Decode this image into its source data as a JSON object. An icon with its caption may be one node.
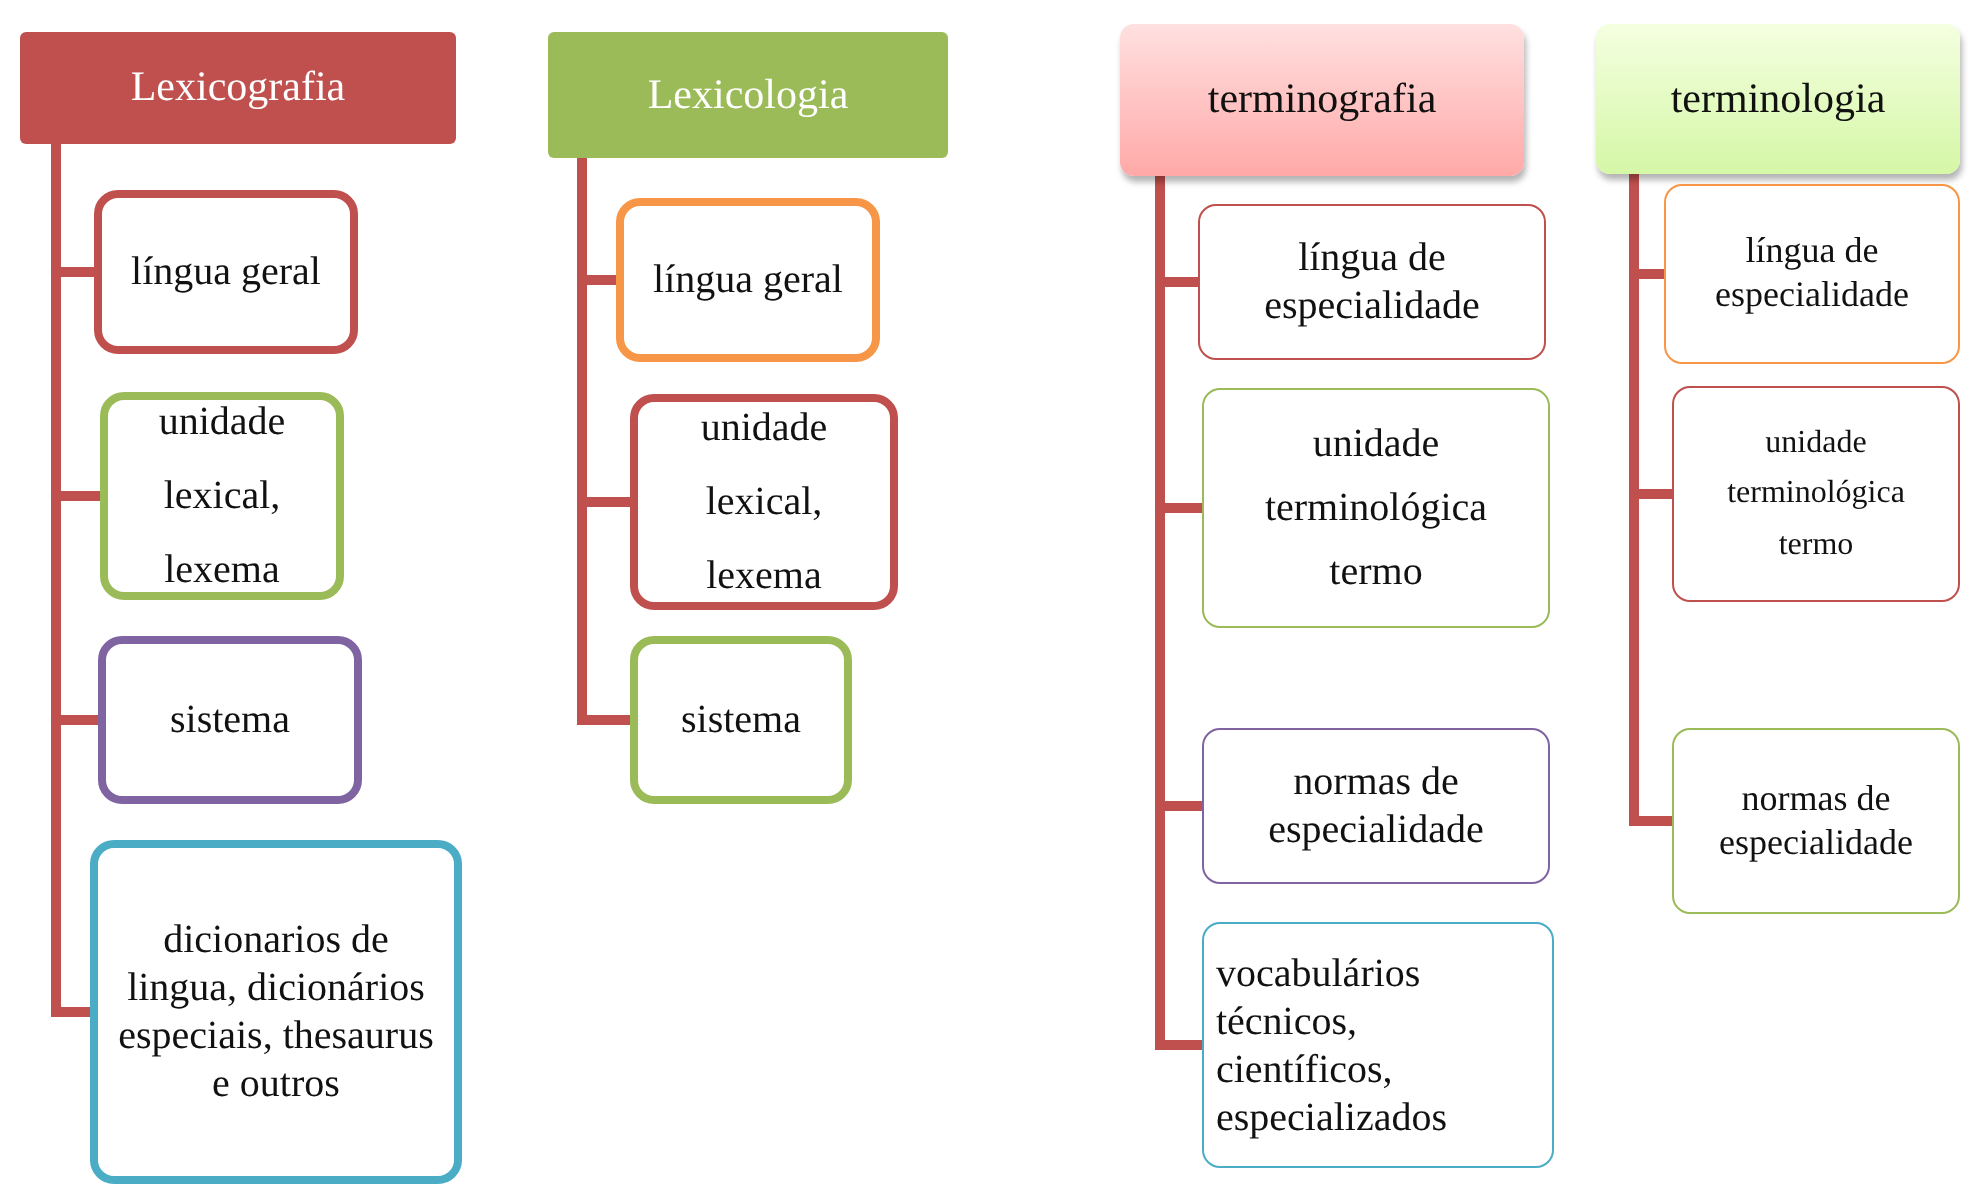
{
  "diagram": {
    "nodes": [
      {
        "text": [
          "Lexicografia"
        ]
      },
      {
        "text": [
          "língua geral"
        ]
      },
      {
        "text": [
          "unidade lexical, lexema"
        ]
      },
      {
        "text": [
          "sistema"
        ]
      },
      {
        "text": [
          "dicionarios de lingua, dicionários especiais, thesaurus e outros"
        ]
      },
      {
        "text": [
          "Lexicologia"
        ]
      },
      {
        "text": [
          "língua geral"
        ]
      },
      {
        "text": [
          "unidade lexical, lexema"
        ]
      },
      {
        "text": [
          "sistema"
        ]
      },
      {
        "text": [
          "terminografia"
        ]
      },
      {
        "text": [
          "língua de especialidade"
        ]
      },
      {
        "text": [
          "unidade terminológica termo"
        ]
      },
      {
        "text": [
          "normas de especialidade"
        ]
      },
      {
        "text": [
          "vocabulários técnicos, científicos, especializados"
        ]
      },
      {
        "text": [
          "terminologia"
        ]
      },
      {
        "text": [
          "língua de especialidade"
        ]
      },
      {
        "text": [
          "unidade terminológica termo"
        ]
      },
      {
        "text": [
          "normas de especialidade"
        ]
      }
    ],
    "edges": [
      {
        "from": 0,
        "to": 1,
        "arrow": "none"
      },
      {
        "from": 0,
        "to": 2,
        "arrow": "none"
      },
      {
        "from": 0,
        "to": 3,
        "arrow": "none"
      },
      {
        "from": 0,
        "to": 4,
        "arrow": "none"
      },
      {
        "from": 5,
        "to": 6,
        "arrow": "none"
      },
      {
        "from": 5,
        "to": 7,
        "arrow": "none"
      },
      {
        "from": 5,
        "to": 8,
        "arrow": "none"
      },
      {
        "from": 9,
        "to": 10,
        "arrow": "none"
      },
      {
        "from": 9,
        "to": 11,
        "arrow": "none"
      },
      {
        "from": 9,
        "to": 12,
        "arrow": "none"
      },
      {
        "from": 9,
        "to": 13,
        "arrow": "none"
      },
      {
        "from": 14,
        "to": 15,
        "arrow": "none"
      },
      {
        "from": 14,
        "to": 16,
        "arrow": "none"
      },
      {
        "from": 14,
        "to": 17,
        "arrow": "none"
      }
    ]
  }
}
